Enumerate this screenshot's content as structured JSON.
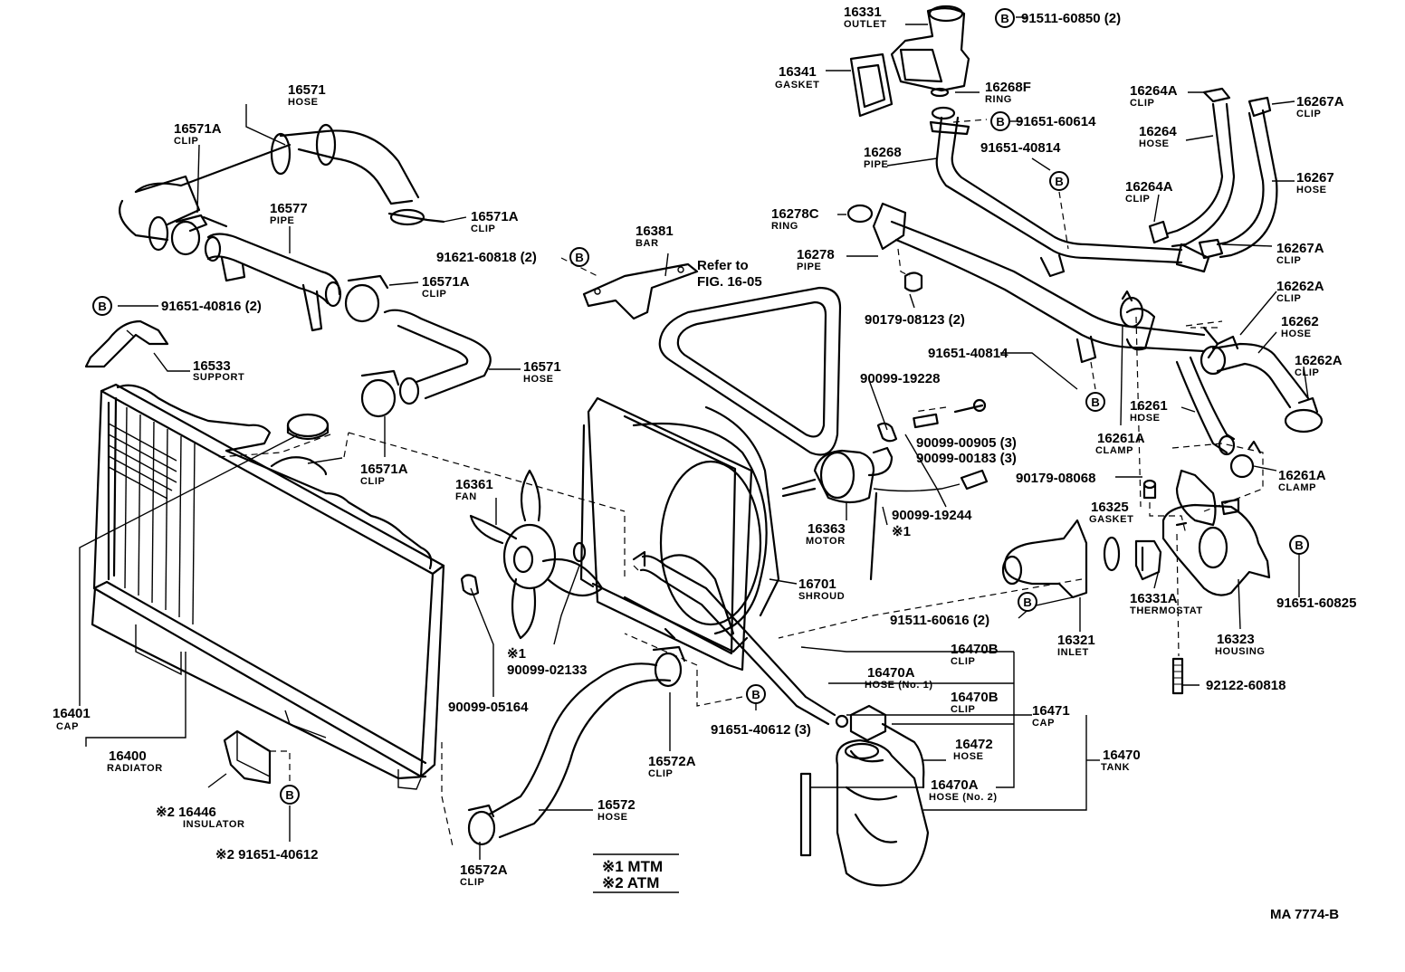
{
  "labels": {
    "outlet": {
      "pn": "16331",
      "nm": "OUTLET"
    },
    "b_top": {
      "pn": "91511-60850 (2)"
    },
    "gasket_top": {
      "pn": "16341",
      "nm": "GASKET"
    },
    "ring_top": {
      "pn": "16268F",
      "nm": "RING"
    },
    "b_ring": {
      "pn": "91651-60614"
    },
    "pipe_16268": {
      "pn": "16268",
      "nm": "PIPE"
    },
    "b_40814_top": {
      "pn": "91651-40814"
    },
    "hose_16571_top": {
      "pn": "16571",
      "nm": "HOSE"
    },
    "clip_16571A_tl": {
      "pn": "16571A",
      "nm": "CLIP"
    },
    "clip_16571A_tr": {
      "pn": "16571A",
      "nm": "CLIP"
    },
    "pipe_16577": {
      "pn": "16577",
      "nm": "PIPE"
    },
    "clip_16571A_mid": {
      "pn": "16571A",
      "nm": "CLIP"
    },
    "b_40816": {
      "pn": "91651-40816 (2)"
    },
    "support": {
      "pn": "16533",
      "nm": "SUPPORT"
    },
    "hose_16571_mid": {
      "pn": "16571",
      "nm": "HOSE"
    },
    "clip_16571A_low": {
      "pn": "16571A",
      "nm": "CLIP"
    },
    "bar": {
      "pn": "16381",
      "nm": "BAR"
    },
    "b_60818": {
      "pn": "91621-60818 (2)"
    },
    "refer_1": {
      "pn": "Refer to"
    },
    "refer_2": {
      "pn": "FIG. 16-05"
    },
    "ring_16278C": {
      "pn": "16278C",
      "nm": "RING"
    },
    "pipe_16278": {
      "pn": "16278",
      "nm": "PIPE"
    },
    "nut_08123": {
      "pn": "90179-08123 (2)"
    },
    "clip_16264A_top": {
      "pn": "16264A",
      "nm": "CLIP"
    },
    "hose_16264": {
      "pn": "16264",
      "nm": "HOSE"
    },
    "clip_16264A_mid": {
      "pn": "16264A",
      "nm": "CLIP"
    },
    "clip_16267A_top": {
      "pn": "16267A",
      "nm": "CLIP"
    },
    "hose_16267": {
      "pn": "16267",
      "nm": "HOSE"
    },
    "clip_16267A_mid": {
      "pn": "16267A",
      "nm": "CLIP"
    },
    "clip_16262A_top": {
      "pn": "16262A",
      "nm": "CLIP"
    },
    "hose_16262": {
      "pn": "16262",
      "nm": "HOSE"
    },
    "clip_16262A_bot": {
      "pn": "16262A",
      "nm": "CLIP"
    },
    "b_40814_mid": {
      "pn": "91651-40814"
    },
    "hose_16261": {
      "pn": "16261",
      "nm": "HOSE"
    },
    "clamp_16261A_l": {
      "pn": "16261A",
      "nm": "CLAMP"
    },
    "clamp_16261A_r": {
      "pn": "16261A",
      "nm": "CLAMP"
    },
    "pin_19228": {
      "pn": "90099-19228"
    },
    "bolt_00905": {
      "pn": "90099-00905 (3)"
    },
    "bolt_00183": {
      "pn": "90099-00183 (3)"
    },
    "motor": {
      "pn": "16363",
      "nm": "MOTOR"
    },
    "conn_19244": {
      "pn": "90099-19244"
    },
    "mark_motor": {
      "pn": "※1"
    },
    "fan": {
      "pn": "16361",
      "nm": "FAN"
    },
    "shroud": {
      "pn": "16701",
      "nm": "SHROUD"
    },
    "washer_02133": {
      "pn": "90099-02133"
    },
    "mark_washer": {
      "pn": "※1"
    },
    "nut_05164": {
      "pn": "90099-05164"
    },
    "bolt_08068": {
      "pn": "90179-08068"
    },
    "gasket_16325": {
      "pn": "16325",
      "nm": "GASKET"
    },
    "thermostat": {
      "pn": "16331A",
      "nm": "THERMOSTAT"
    },
    "housing": {
      "pn": "16323",
      "nm": "HOUSING"
    },
    "b_60825": {
      "pn": "91651-60825"
    },
    "inlet": {
      "pn": "16321",
      "nm": "INLET"
    },
    "b_60616": {
      "pn": "91511-60616 (2)"
    },
    "stud_60818": {
      "pn": "92122-60818"
    },
    "cap_16401": {
      "pn": "16401",
      "nm": "CAP"
    },
    "radiator": {
      "pn": "16400",
      "nm": "RADIATOR"
    },
    "insulator": {
      "pn": "※2 16446",
      "nm": "INSULATOR"
    },
    "b_40612_bl": {
      "pn": "※2 91651-40612"
    },
    "clip_16572A_top": {
      "pn": "16572A",
      "nm": "CLIP"
    },
    "hose_16572": {
      "pn": "16572",
      "nm": "HOSE"
    },
    "clip_16572A_bot": {
      "pn": "16572A",
      "nm": "CLIP"
    },
    "b_40612_3": {
      "pn": "91651-40612 (3)"
    },
    "clip_16470B_top": {
      "pn": "16470B",
      "nm": "CLIP"
    },
    "hose_16470A_1": {
      "pn": "16470A",
      "nm": "HOSE (No. 1)"
    },
    "clip_16470B_mid": {
      "pn": "16470B",
      "nm": "CLIP"
    },
    "cap_16471": {
      "pn": "16471",
      "nm": "CAP"
    },
    "hose_16472": {
      "pn": "16472",
      "nm": "HOSE"
    },
    "tank": {
      "pn": "16470",
      "nm": "TANK"
    },
    "hose_16470A_2": {
      "pn": "16470A",
      "nm": "HOSE (No. 2)"
    }
  },
  "bolt_marker": "B",
  "legend": {
    "mtm": "※1 MTM",
    "atm": "※2 ATM"
  },
  "figure_code": "MA 7774-B"
}
